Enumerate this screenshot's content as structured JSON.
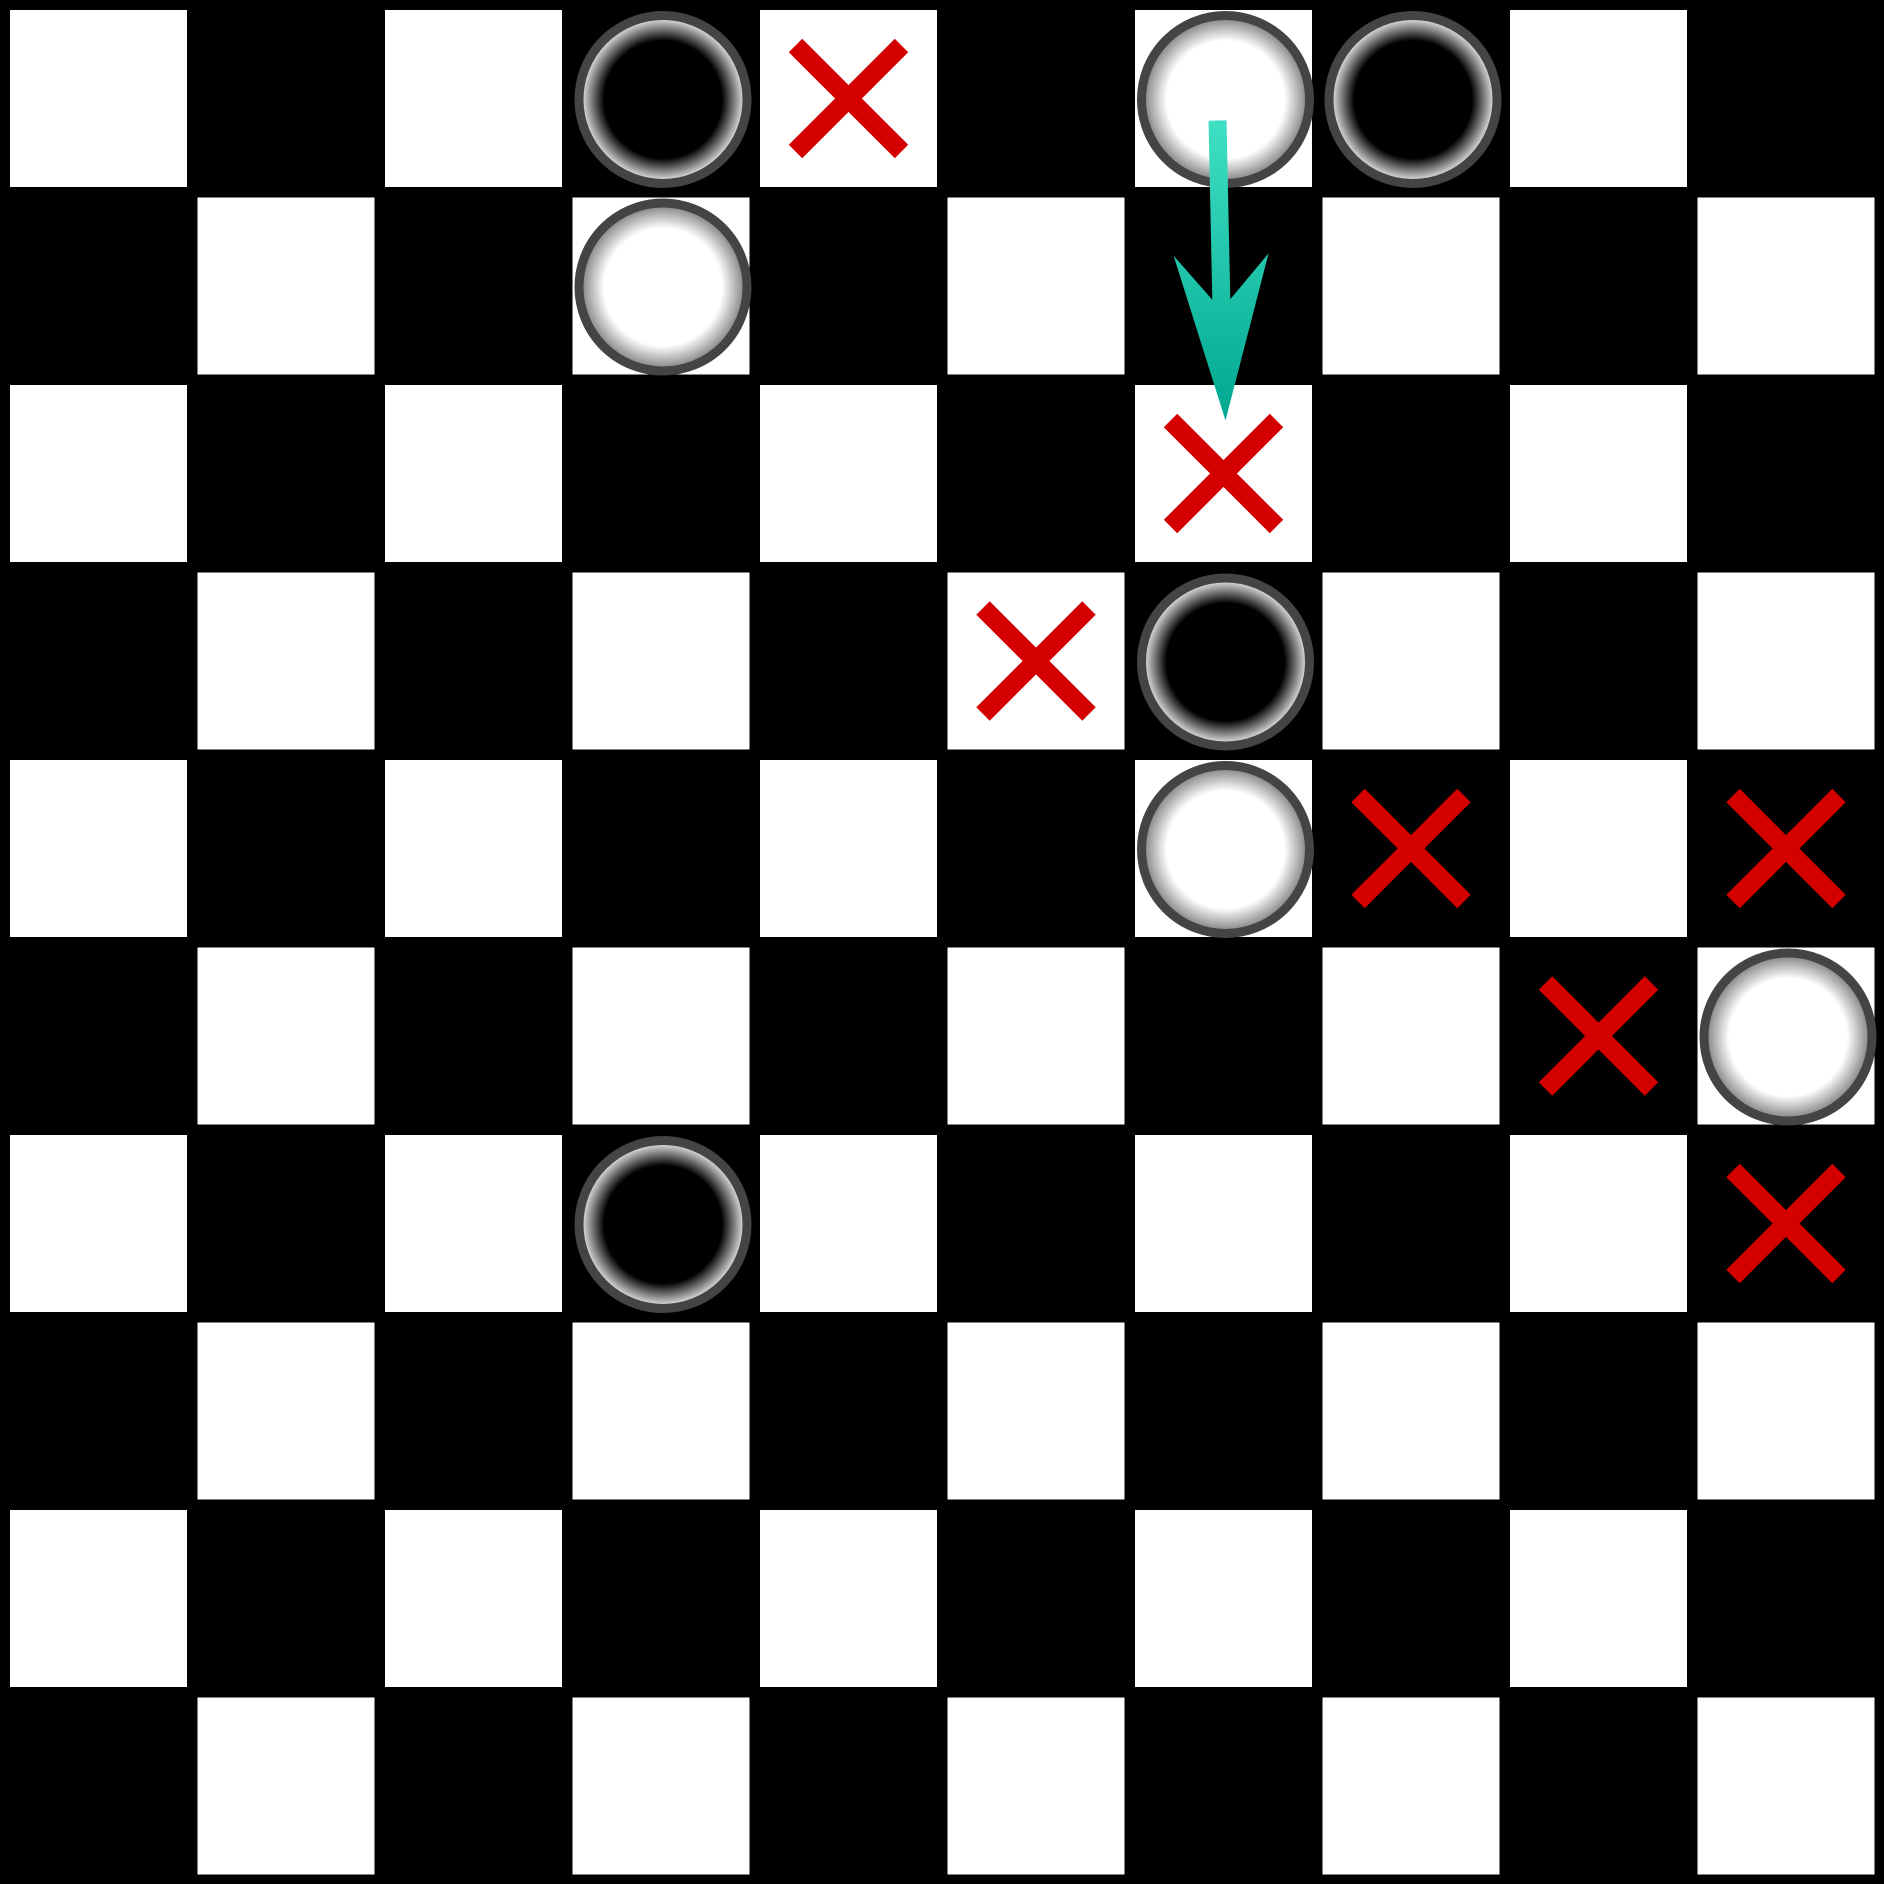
{
  "board": {
    "rows": 10,
    "cols": 10,
    "light_square_parity": "even",
    "colors": {
      "background": "#000000",
      "light_square": "#ffffff",
      "dark_square": "#000000",
      "piece_outline": "#444444",
      "white_piece_center": "#ffffff",
      "white_piece_edge": "#777777",
      "black_piece_center": "#000000",
      "black_piece_edge": "#ffffff",
      "marker": "#d40000",
      "arrow_start": "#3fe0c4",
      "arrow_end": "#00a890"
    }
  },
  "pieces": [
    {
      "color": "black",
      "row": 0,
      "col": 3
    },
    {
      "color": "white",
      "row": 0,
      "col": 6
    },
    {
      "color": "black",
      "row": 0,
      "col": 7
    },
    {
      "color": "white",
      "row": 1,
      "col": 3
    },
    {
      "color": "black",
      "row": 3,
      "col": 6
    },
    {
      "color": "white",
      "row": 4,
      "col": 6
    },
    {
      "color": "white",
      "row": 5,
      "col": 9
    },
    {
      "color": "black",
      "row": 6,
      "col": 3
    }
  ],
  "markers": [
    {
      "icon": "cross-mark-icon",
      "row": 0,
      "col": 4
    },
    {
      "icon": "cross-mark-icon",
      "row": 2,
      "col": 6
    },
    {
      "icon": "cross-mark-icon",
      "row": 3,
      "col": 5
    },
    {
      "icon": "cross-mark-icon",
      "row": 4,
      "col": 7
    },
    {
      "icon": "cross-mark-icon",
      "row": 4,
      "col": 9
    },
    {
      "icon": "cross-mark-icon",
      "row": 5,
      "col": 8
    },
    {
      "icon": "cross-mark-icon",
      "row": 6,
      "col": 9
    }
  ],
  "moves": [
    {
      "icon": "move-arrow-icon",
      "from": {
        "row": 0,
        "col": 6
      },
      "to": {
        "row": 2,
        "col": 6
      }
    }
  ]
}
